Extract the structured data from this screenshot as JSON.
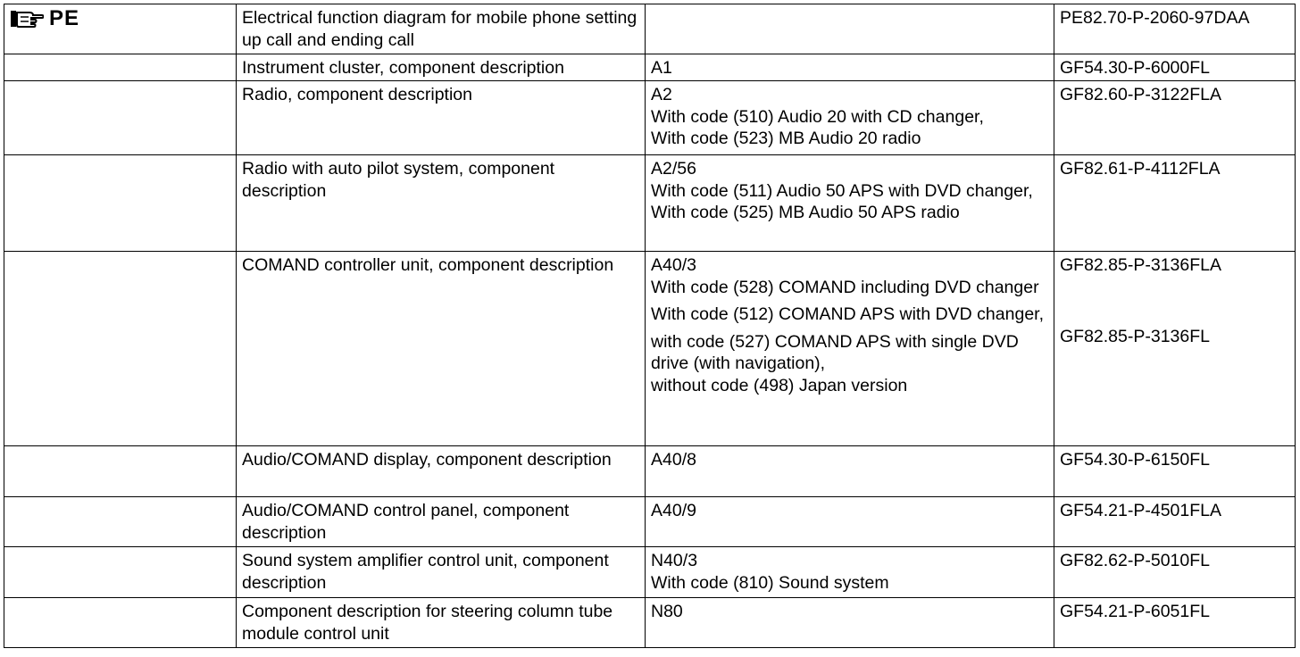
{
  "section": {
    "icon": "pointing-hand-icon",
    "label": "PE"
  },
  "rows": [
    {
      "description": "Electrical function diagram for mobile phone setting up call and ending call",
      "code_lines": [],
      "reference": "PE82.70-P-2060-97DAA"
    },
    {
      "description": "Instrument cluster, component description",
      "code_lines": [
        "A1"
      ],
      "reference": "GF54.30-P-6000FL"
    },
    {
      "description": "Radio, component description",
      "code_lines": [
        "A2",
        "With code (510) Audio 20 with CD changer,",
        "With code (523) MB Audio 20 radio"
      ],
      "reference": "GF82.60-P-3122FLA"
    },
    {
      "description": "Radio with auto pilot system, component description",
      "code_lines": [
        "A2/56",
        "With code (511) Audio 50 APS with DVD changer,",
        "With code (525) MB Audio 50 APS radio"
      ],
      "reference": "GF82.61-P-4112FLA"
    },
    {
      "description": "COMAND controller unit, component description",
      "code_lines": [
        "A40/3",
        "With code (528) COMAND including DVD changer"
      ],
      "reference": "GF82.85-P-3136FLA",
      "extra": {
        "code_lines": [
          "With code (512) COMAND APS with DVD changer,",
          "with code (527) COMAND APS with single DVD drive (with navigation),",
          "without code (498) Japan version"
        ],
        "reference": "GF82.85-P-3136FL"
      }
    },
    {
      "description": "Audio/COMAND display, component description",
      "code_lines": [
        "A40/8"
      ],
      "reference": "GF54.30-P-6150FL"
    },
    {
      "description": "Audio/COMAND control panel, component description",
      "code_lines": [
        "A40/9"
      ],
      "reference": "GF54.21-P-4501FLA"
    },
    {
      "description": "Sound system amplifier control unit, component description",
      "code_lines": [
        "N40/3",
        "With code (810) Sound system"
      ],
      "reference": "GF82.62-P-5010FL"
    },
    {
      "description": "Component description for steering column tube module control unit",
      "code_lines": [
        "N80"
      ],
      "reference": "GF54.21-P-6051FL"
    }
  ]
}
